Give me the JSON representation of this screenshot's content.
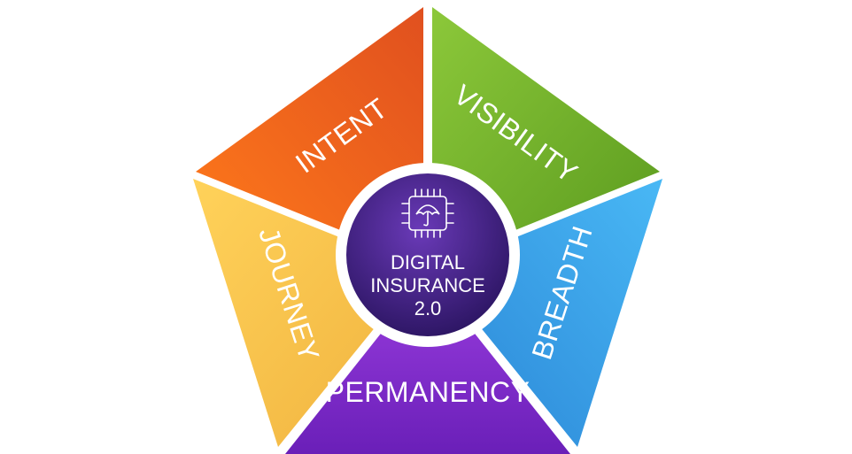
{
  "diagram": {
    "segments": [
      {
        "id": "intent",
        "label": "INTENT",
        "color_light": "#ff7a1a",
        "color_dark": "#e0501f"
      },
      {
        "id": "visibility",
        "label": "VISIBILITY",
        "color_light": "#8cc83a",
        "color_dark": "#5a9a1e"
      },
      {
        "id": "breadth",
        "label": "BREADTH",
        "color_light": "#49b8f5",
        "color_dark": "#2a85d6"
      },
      {
        "id": "permanency",
        "label": "PERMANENCY",
        "color_light": "#9b3ee0",
        "color_dark": "#6a1fb8"
      },
      {
        "id": "journey",
        "label": "JOURNEY",
        "color_light": "#ffd25a",
        "color_dark": "#f0b23e"
      }
    ],
    "hub": {
      "line1": "DIGITAL",
      "line2": "INSURANCE",
      "line3": "2.0",
      "color_light": "#6a3ab8",
      "color_dark": "#2a1460",
      "icon": "umbrella-chip-icon"
    }
  }
}
